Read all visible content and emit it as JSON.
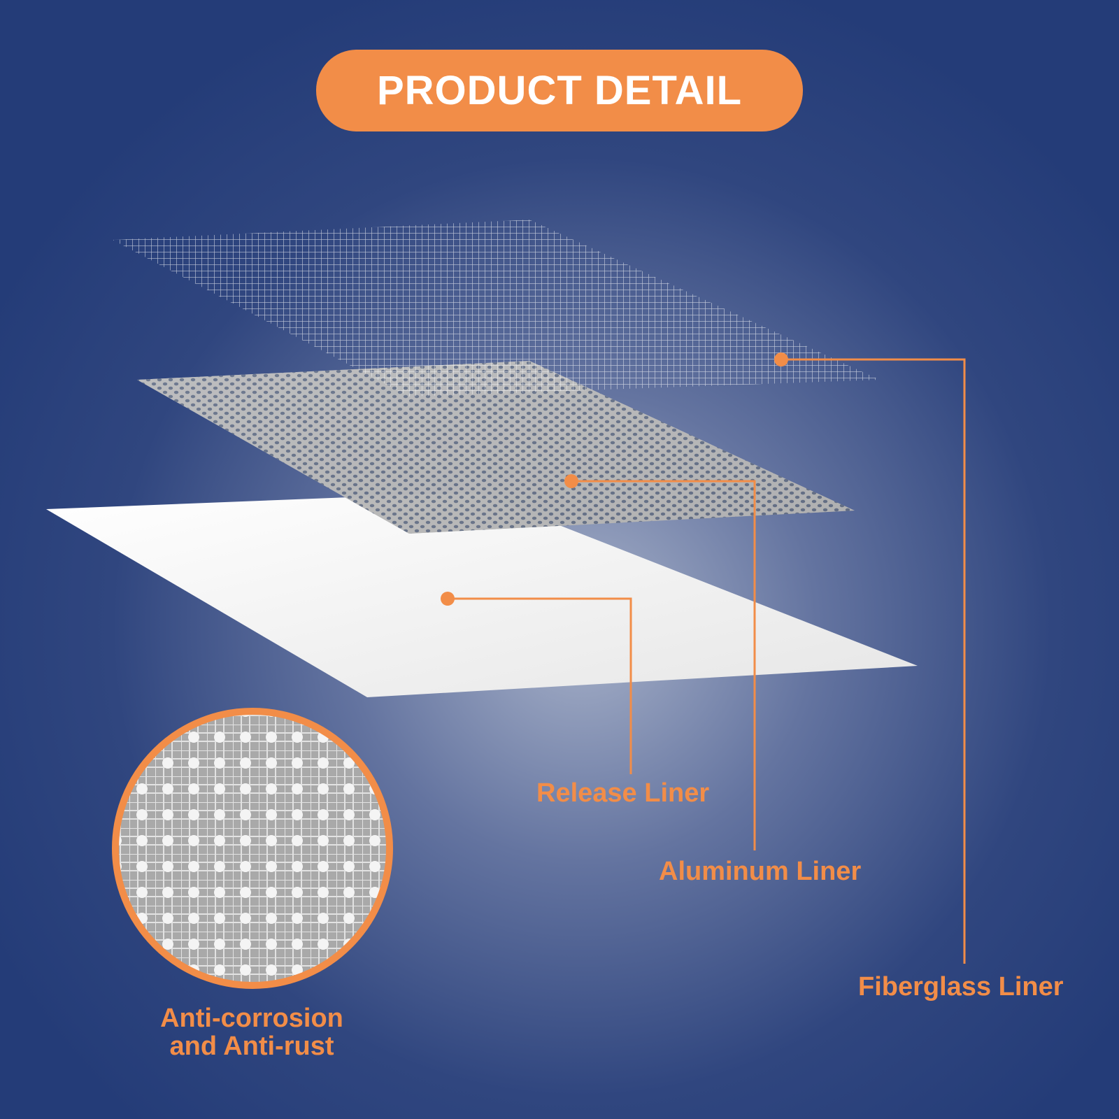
{
  "header": {
    "title": "PRODUCT DETAIL"
  },
  "layers": [
    {
      "label": "Release Liner"
    },
    {
      "label": "Aluminum Liner"
    },
    {
      "label": "Fiberglass Liner"
    }
  ],
  "feature": {
    "line1": "Anti-corrosion",
    "line2": "and Anti-rust"
  },
  "colors": {
    "accent": "#f28d48",
    "background": "#273f7a",
    "glow": "#8d9dbe"
  }
}
